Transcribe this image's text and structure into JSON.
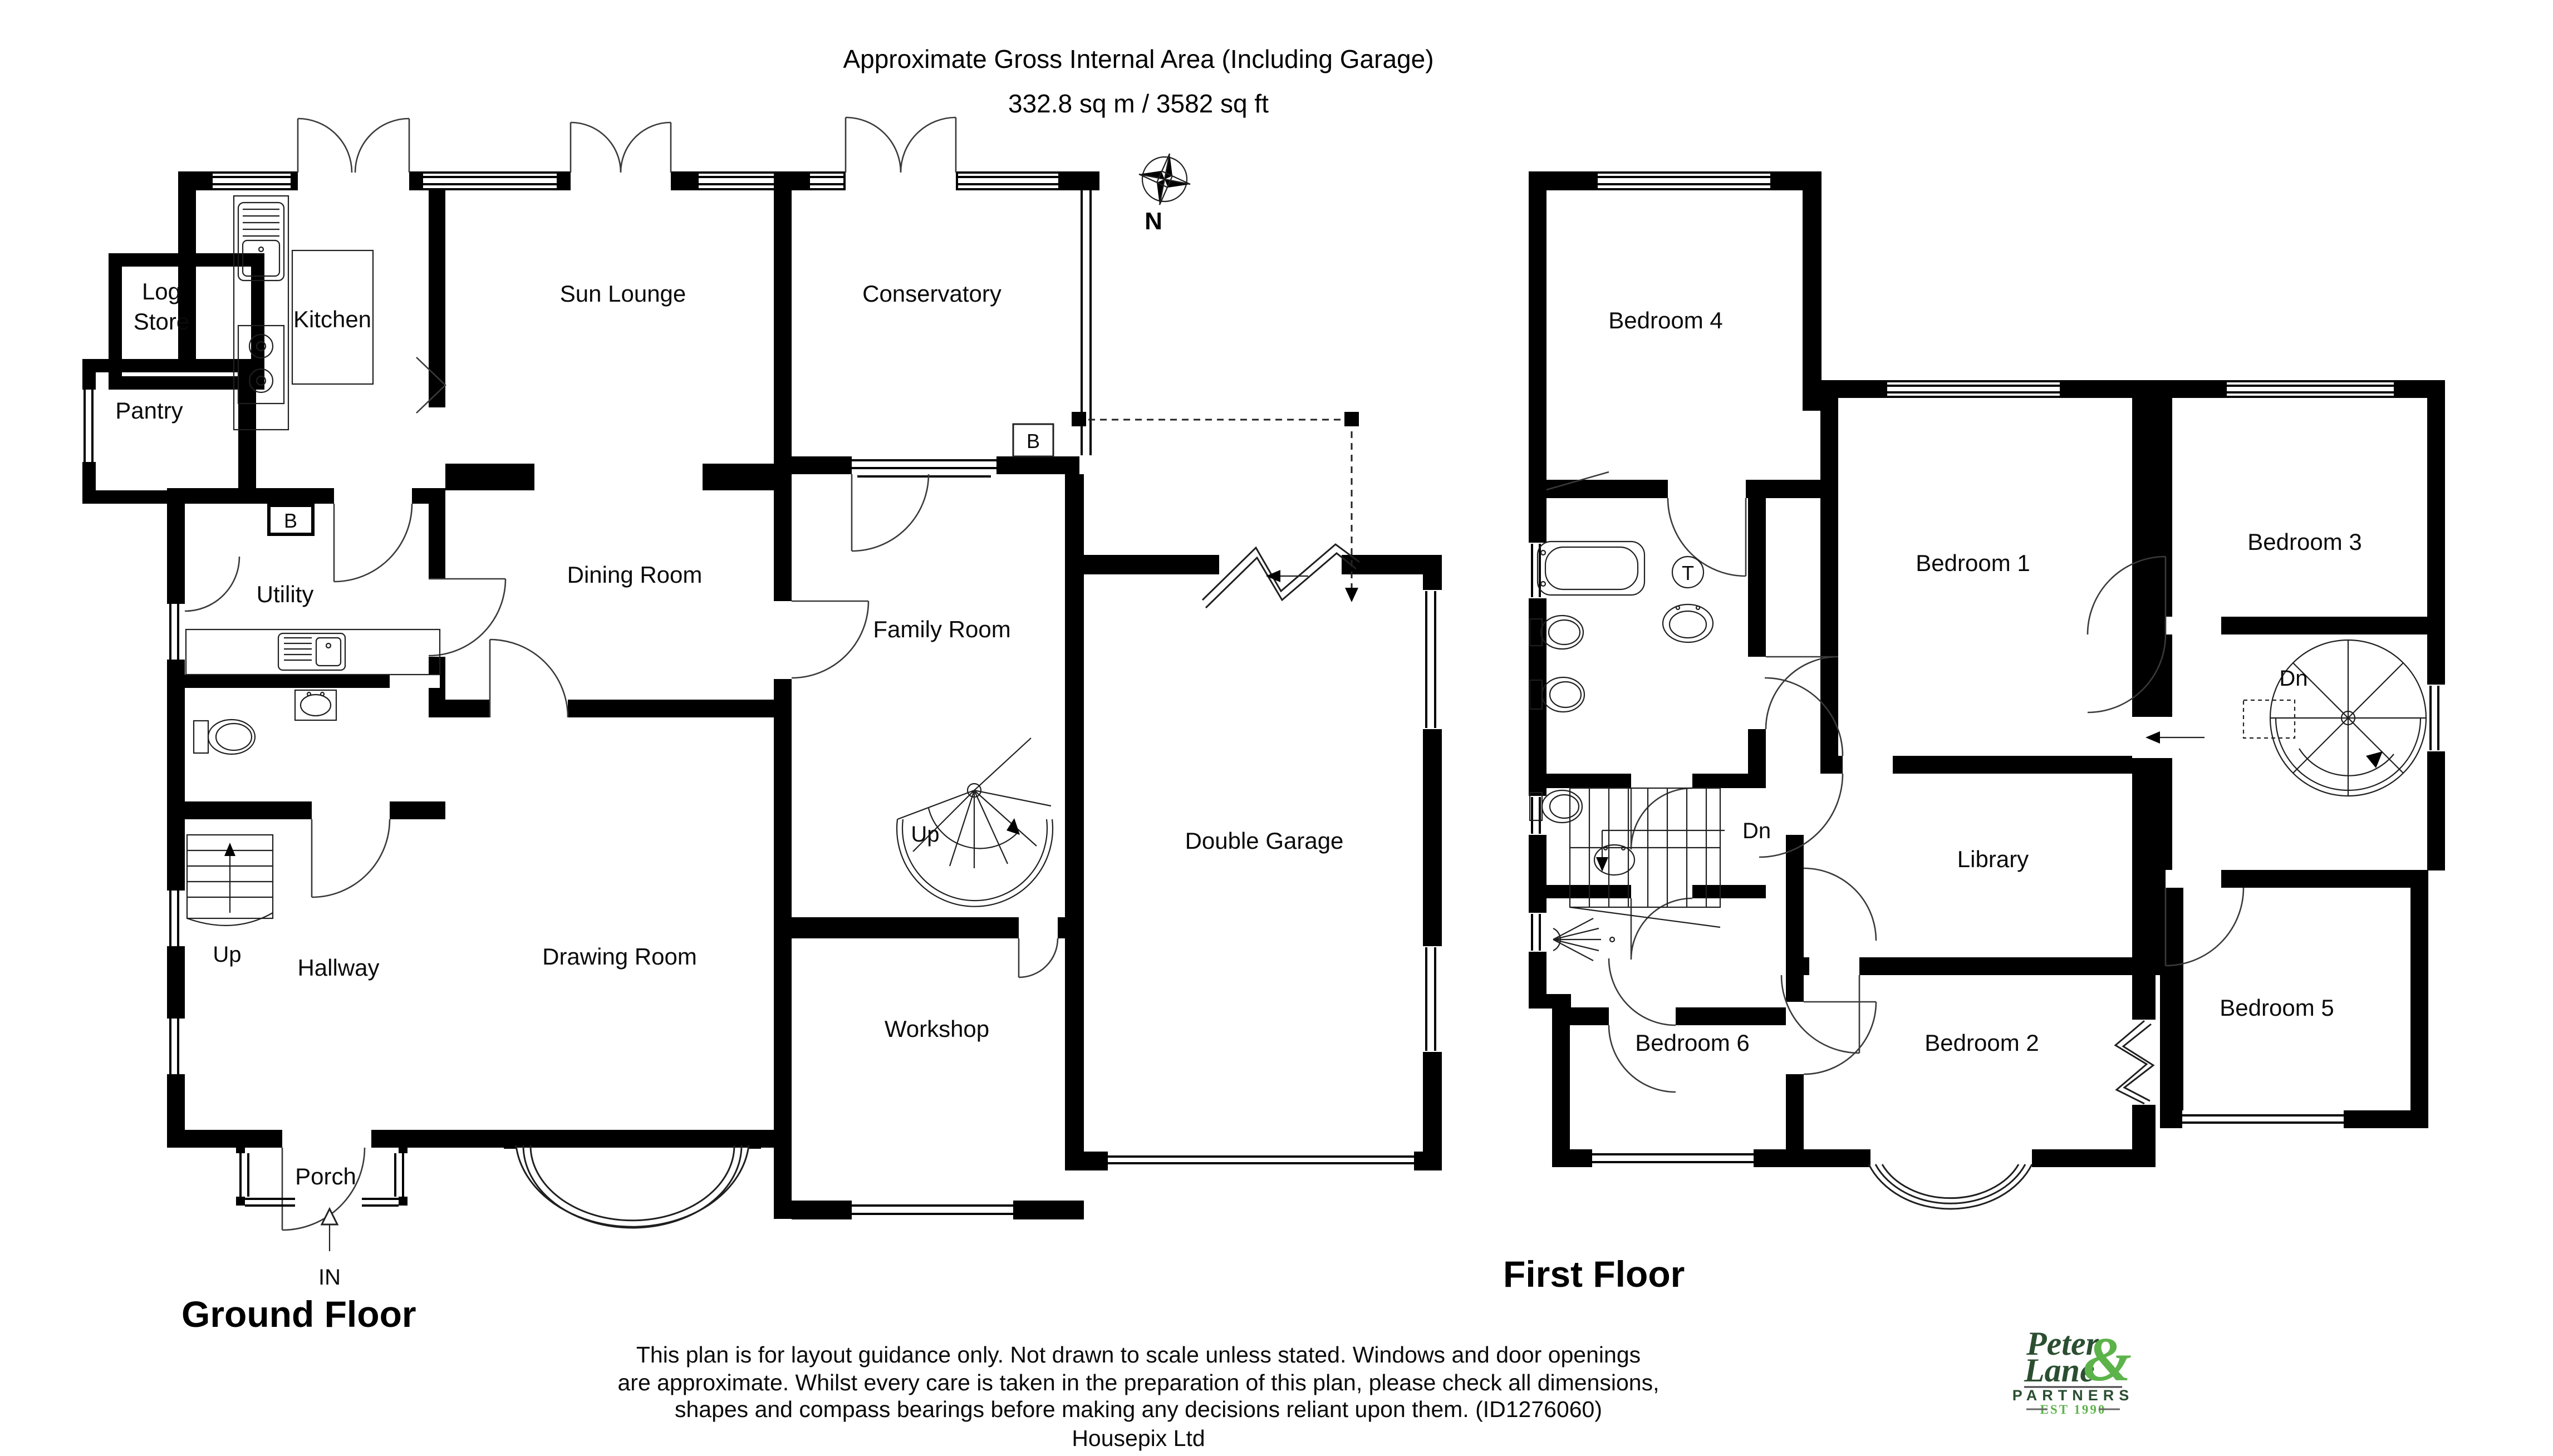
{
  "header": {
    "line1": "Approximate Gross Internal Area (Including Garage)",
    "line2": "332.8 sq m / 3582 sq ft"
  },
  "compass": {
    "north_label": "N"
  },
  "ground_floor": {
    "title": "Ground Floor",
    "rooms": {
      "log_store_line1": "Log",
      "log_store_line2": "Store",
      "kitchen": "Kitchen",
      "pantry": "Pantry",
      "sun_lounge": "Sun Lounge",
      "conservatory": "Conservatory",
      "utility": "Utility",
      "dining_room": "Dining Room",
      "family_room": "Family Room",
      "double_garage": "Double Garage",
      "drawing_room": "Drawing Room",
      "workshop": "Workshop",
      "hallway": "Hallway",
      "porch": "Porch"
    },
    "annotations": {
      "up_stairs": "Up",
      "up_spiral": "Up",
      "entrance": "IN",
      "boiler_utility": "B",
      "boiler_conservatory": "B"
    }
  },
  "first_floor": {
    "title": "First Floor",
    "rooms": {
      "bedroom1": "Bedroom 1",
      "bedroom2": "Bedroom 2",
      "bedroom3": "Bedroom 3",
      "bedroom4": "Bedroom 4",
      "bedroom5": "Bedroom 5",
      "bedroom6": "Bedroom 6",
      "library": "Library"
    },
    "annotations": {
      "dn_stairs": "Dn",
      "dn_spiral": "Dn",
      "tank": "T"
    }
  },
  "footer": {
    "disclaimer_line1": "This plan is for layout guidance only. Not drawn to scale unless stated. Windows and door openings",
    "disclaimer_line2": "are approximate. Whilst every care is taken in the preparation of this plan, please check all dimensions,",
    "disclaimer_line3": "shapes and compass bearings before making any decisions reliant upon them. (ID1276060)",
    "disclaimer_line4": "Housepix Ltd"
  },
  "logo": {
    "word1": "Peter",
    "word2": "Lane",
    "ampersand": "&",
    "partners": "PARTNERS",
    "est": "EST 1990",
    "dark_green": "#2b4e31",
    "light_green": "#5cb34a"
  }
}
